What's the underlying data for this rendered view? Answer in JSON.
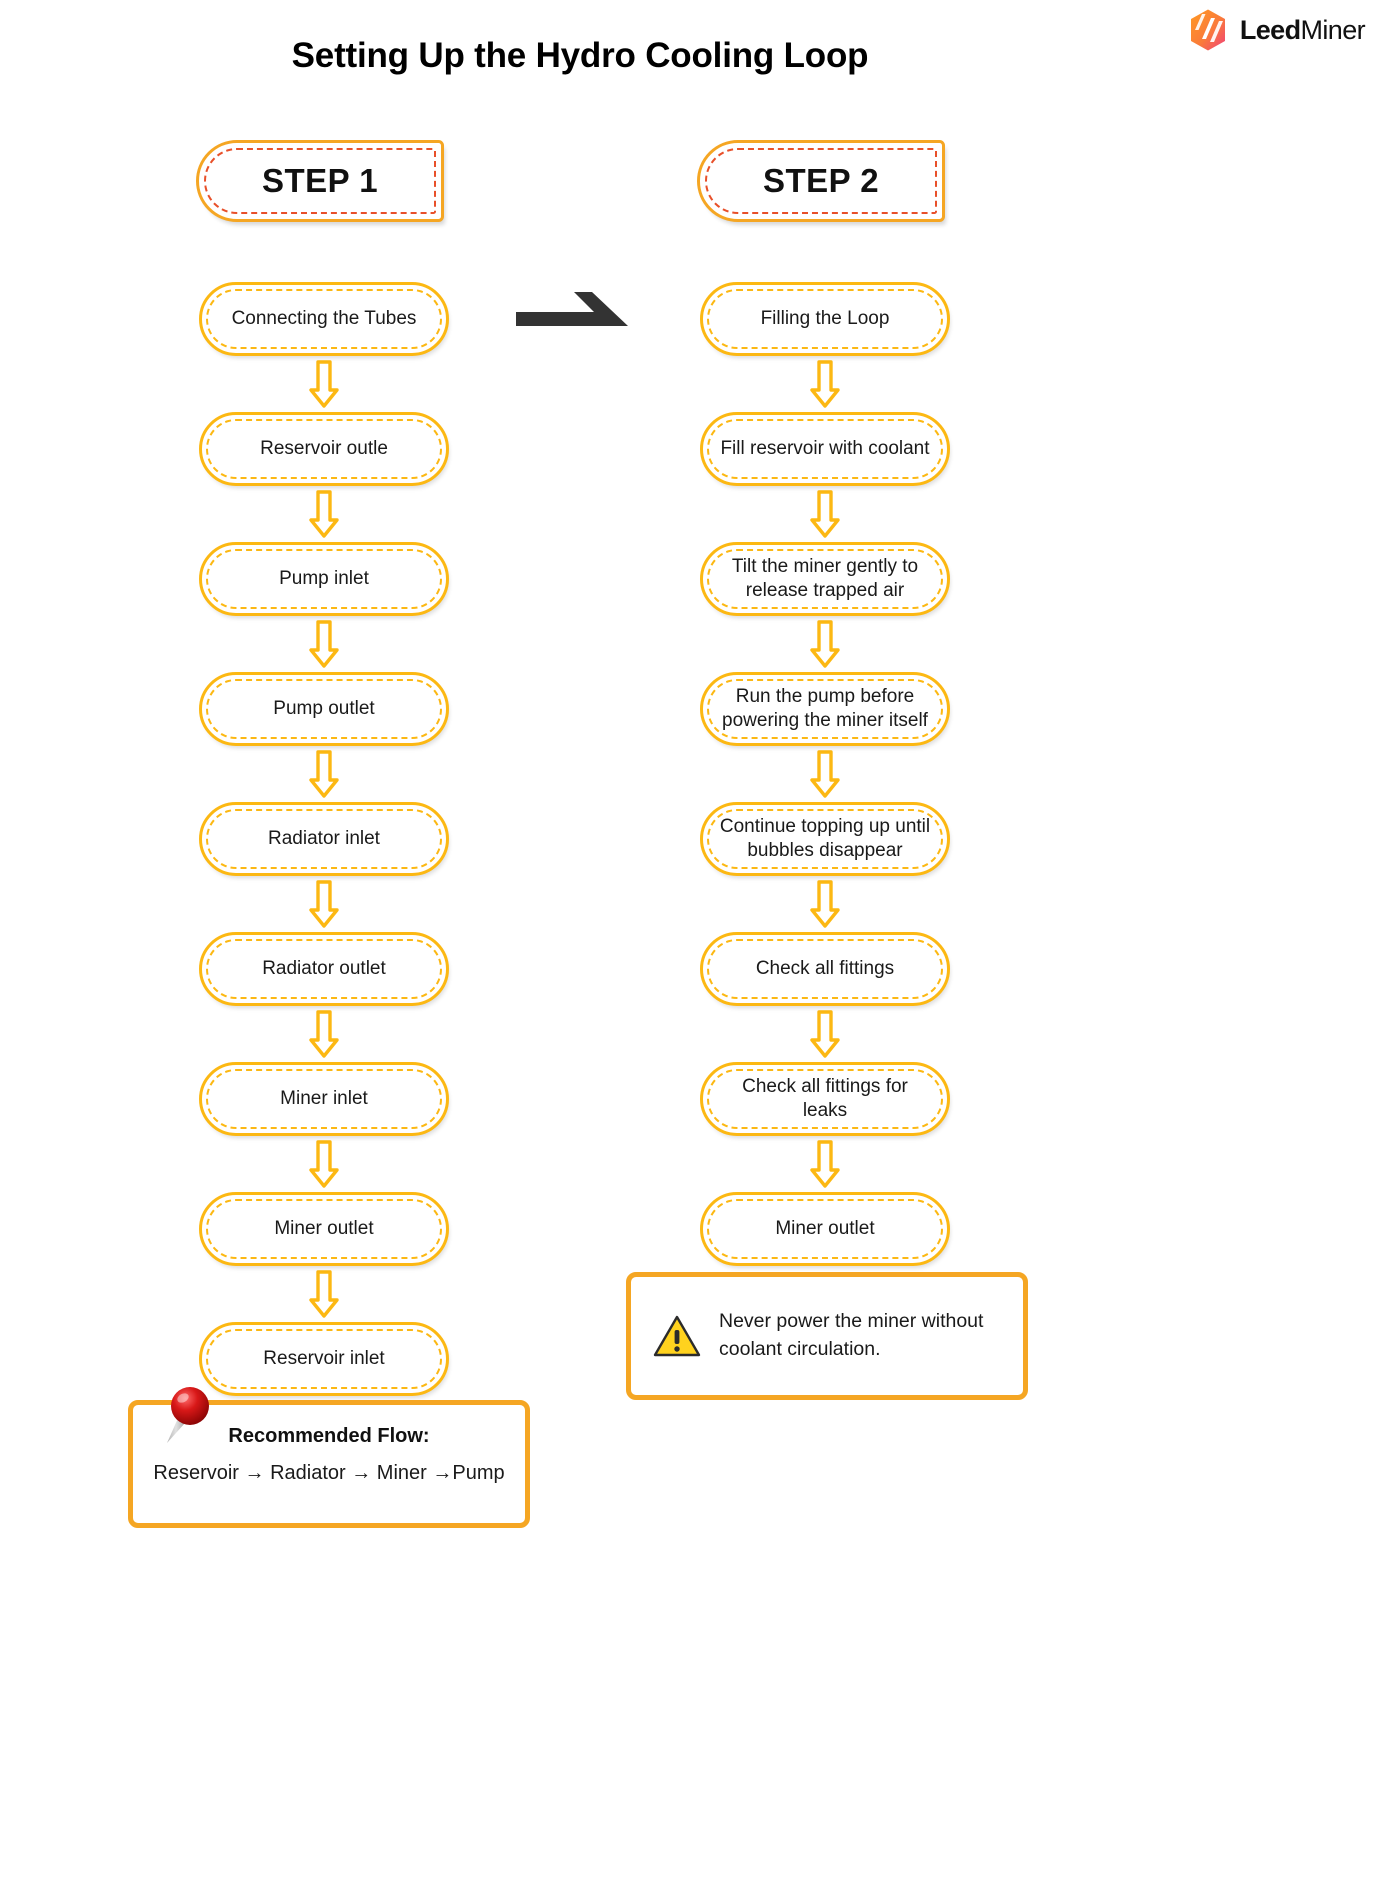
{
  "header": {
    "title": "Setting Up the Hydro Cooling Loop",
    "brand_bold": "Leed",
    "brand_light": "Miner",
    "brand_icon": "leedminer-hexagon-logo"
  },
  "colors": {
    "node_border": "#FCB813",
    "step_border": "#F5A623",
    "step_dashed": "#E8502A",
    "box_border": "#F5A623",
    "arrow_dark": "#333333",
    "pin_red": "#C81414",
    "warn_yellow": "#FFD21E",
    "brand_gradient_start": "#FF8A2B",
    "brand_gradient_end": "#F0407A"
  },
  "cross_arrow": {
    "icon": "arrow-right-icon",
    "from": "STEP 1",
    "to": "STEP 2"
  },
  "columns": [
    {
      "id": "step-1",
      "step_label": "STEP 1",
      "nodes": [
        "Connecting the Tubes",
        "Reservoir outle",
        "Pump inlet",
        "Pump outlet",
        "Radiator inlet",
        "Radiator outlet",
        "Miner inlet",
        "Miner outlet",
        "Reservoir inlet"
      ]
    },
    {
      "id": "step-2",
      "step_label": "STEP 2",
      "nodes": [
        "Filling the Loop",
        "Fill reservoir with coolant",
        "Tilt the miner gently to release trapped air",
        "Run the pump before powering the miner itself",
        "Continue topping up until bubbles disappear",
        "Check all fittings",
        "Check all fittings for leaks",
        "Miner outlet"
      ]
    }
  ],
  "warning": {
    "icon": "warning-triangle-icon",
    "text": "Never power the miner without coolant circulation."
  },
  "recommended_flow": {
    "pin_icon": "pushpin-icon",
    "title": "Recommended Flow:",
    "sequence": "Reservoir → Radiator → Miner →Pump"
  },
  "connector_icon": "arrow-down-outline-icon"
}
